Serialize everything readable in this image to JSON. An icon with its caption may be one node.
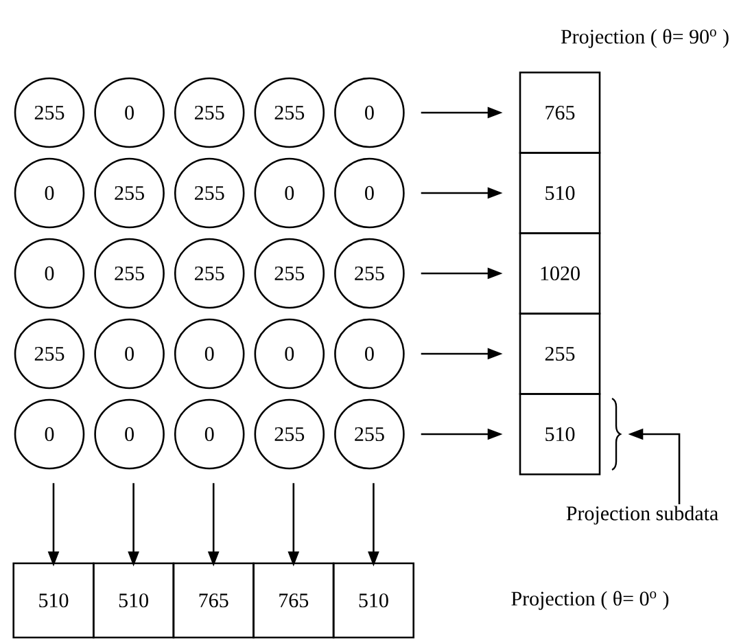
{
  "diagram": {
    "nodes": [
      {
        "text": [
          "255"
        ]
      },
      {
        "text": [
          "0"
        ]
      },
      {
        "text": [
          "255"
        ]
      },
      {
        "text": [
          "255"
        ]
      },
      {
        "text": [
          "0"
        ]
      },
      {
        "text": [
          "0"
        ]
      },
      {
        "text": [
          "255"
        ]
      },
      {
        "text": [
          "255"
        ]
      },
      {
        "text": [
          "0"
        ]
      },
      {
        "text": [
          "0"
        ]
      },
      {
        "text": [
          "0"
        ]
      },
      {
        "text": [
          "255"
        ]
      },
      {
        "text": [
          "255"
        ]
      },
      {
        "text": [
          "255"
        ]
      },
      {
        "text": [
          "255"
        ]
      },
      {
        "text": [
          "255"
        ]
      },
      {
        "text": [
          "0"
        ]
      },
      {
        "text": [
          "0"
        ]
      },
      {
        "text": [
          "0"
        ]
      },
      {
        "text": [
          "0"
        ]
      },
      {
        "text": [
          "0"
        ]
      },
      {
        "text": [
          "0"
        ]
      },
      {
        "text": [
          "0"
        ]
      },
      {
        "text": [
          "255"
        ]
      },
      {
        "text": [
          "255"
        ]
      },
      {
        "text": [
          "765"
        ]
      },
      {
        "text": [
          "510"
        ]
      },
      {
        "text": [
          "1020"
        ]
      },
      {
        "text": [
          "255"
        ]
      },
      {
        "text": [
          "510"
        ]
      },
      {
        "text": [
          "510"
        ]
      },
      {
        "text": [
          "510"
        ]
      },
      {
        "text": [
          "765"
        ]
      },
      {
        "text": [
          "765"
        ]
      },
      {
        "text": [
          "510"
        ]
      },
      {
        "text": [
          "Projection subdata"
        ]
      }
    ],
    "edges": [
      {
        "from": 4,
        "to": 25,
        "arrow": "to"
      },
      {
        "from": 9,
        "to": 26,
        "arrow": "to"
      },
      {
        "from": 14,
        "to": 27,
        "arrow": "to"
      },
      {
        "from": 19,
        "to": 28,
        "arrow": "to"
      },
      {
        "from": 24,
        "to": 29,
        "arrow": "to"
      },
      {
        "from": 20,
        "to": 30,
        "arrow": "to"
      },
      {
        "from": 21,
        "to": 31,
        "arrow": "to"
      },
      {
        "from": 22,
        "to": 32,
        "arrow": "to"
      },
      {
        "from": 23,
        "to": 33,
        "arrow": "to"
      },
      {
        "from": 24,
        "to": 34,
        "arrow": "to"
      },
      {
        "from": 35,
        "to": 29,
        "arrow": "to"
      }
    ],
    "labels": [
      "Projection ( θ= 90$^{o}$ )",
      "Projection ( θ= 0$^{o}$ )"
    ]
  }
}
